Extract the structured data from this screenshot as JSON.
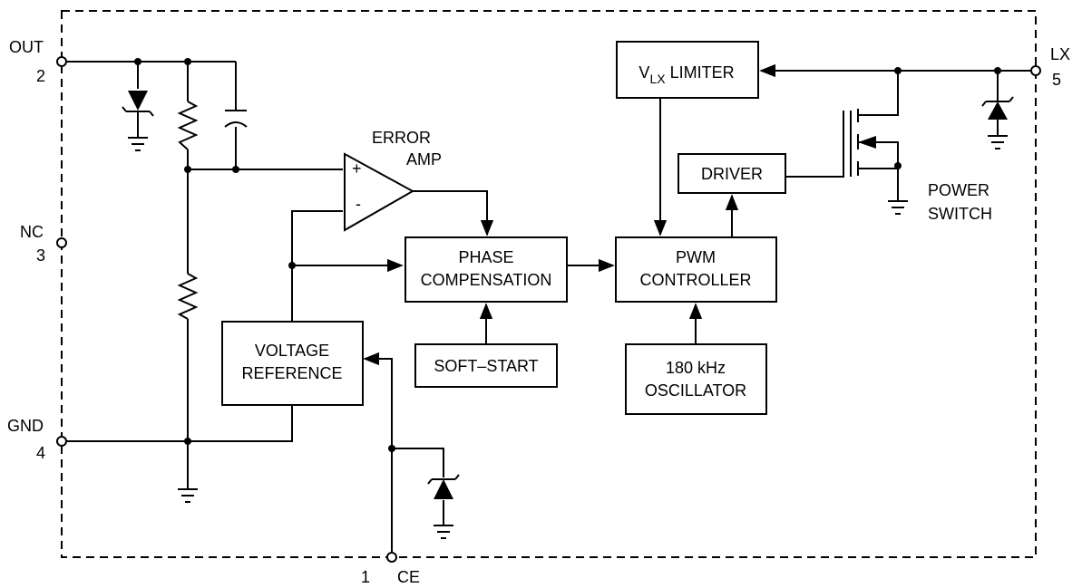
{
  "pins": {
    "out": {
      "name": "OUT",
      "num": "2"
    },
    "nc": {
      "name": "NC",
      "num": "3"
    },
    "gnd": {
      "name": "GND",
      "num": "4"
    },
    "ce": {
      "num": "1",
      "name": "CE"
    },
    "lx": {
      "name": "LX",
      "num": "5"
    }
  },
  "blocks": {
    "vlx_limiter": {
      "v": "V",
      "sub": "LX",
      "rest": " LIMITER"
    },
    "error_amp": {
      "line1": "ERROR",
      "line2": "AMP",
      "plus": "+",
      "minus": "-"
    },
    "phase_comp": {
      "line1": "PHASE",
      "line2": "COMPENSATION"
    },
    "pwm": {
      "line1": "PWM",
      "line2": "CONTROLLER"
    },
    "driver": {
      "label": "DRIVER"
    },
    "soft_start": {
      "label": "SOFT–START"
    },
    "oscillator": {
      "line1": "180 kHz",
      "line2": "OSCILLATOR"
    },
    "vref": {
      "line1": "VOLTAGE",
      "line2": "REFERENCE"
    },
    "power_switch": {
      "line1": "POWER",
      "line2": "SWITCH"
    }
  }
}
